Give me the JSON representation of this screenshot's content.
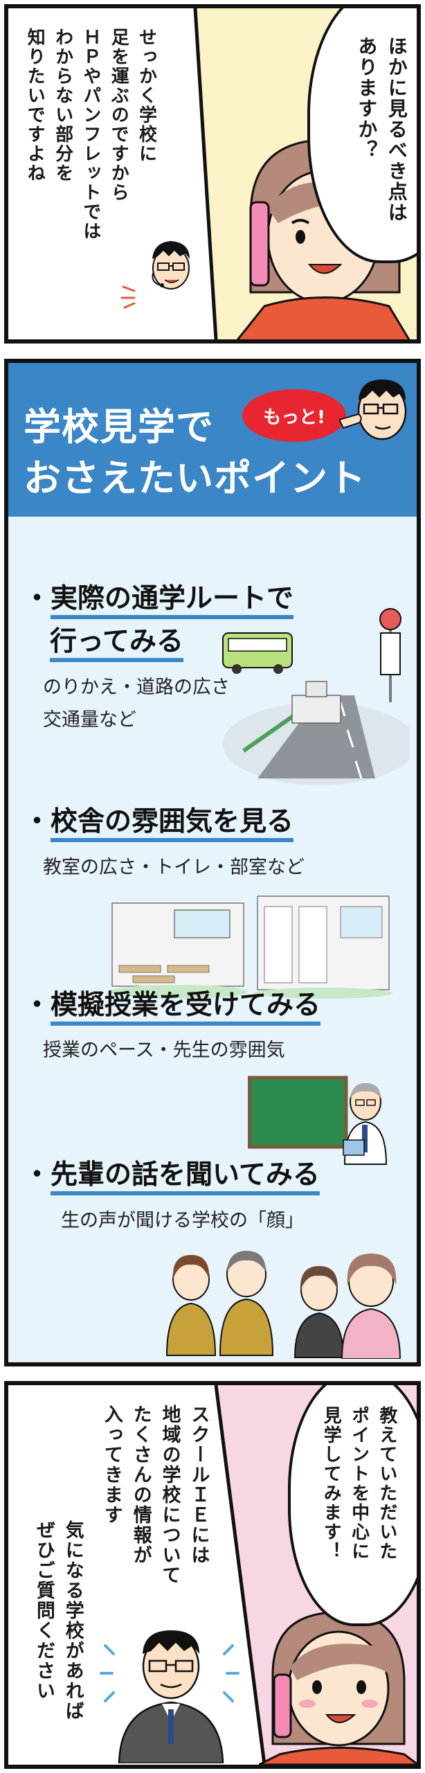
{
  "panel1": {
    "bubble_text": "ほかに見るべき点は\nありますか？",
    "caption": "せっかく学校に\n足を運ぶのですから\nＨＰやパンフレットでは\nわからない部分を\n知りたいですよね"
  },
  "panel2": {
    "banner_line1": "学校見学で",
    "banner_line2": "おさえたいポイント",
    "badge": "もっと!",
    "points": [
      {
        "heading_1": "実際の通学ルートで",
        "heading_2": "行ってみる",
        "detail_1": "のりかえ・道路の広さ",
        "detail_2": "交通量など"
      },
      {
        "heading_1": "校舎の雰囲気を見る",
        "detail_1": "教室の広さ・トイレ・部室など"
      },
      {
        "heading_1": "模擬授業を受けてみる",
        "detail_1": "授業のペース・先生の雰囲気"
      },
      {
        "heading_1": "先輩の話を聞いてみる",
        "detail_1": "生の声が聞ける学校の「顔」"
      }
    ]
  },
  "panel3": {
    "bubble_text": "教えていただいた\nポイントを中心に\n見学してみます！",
    "caption_1": "スクールＩＥには\n地域の学校について\nたくさんの情報が\n入ってきます",
    "caption_2": "気になる学校があれば\nぜひご質問ください"
  },
  "colors": {
    "accent_blue": "#3b86c6",
    "badge_red": "#e8262f",
    "cream": "#fbf2c8",
    "light_blue": "#e8f4fc",
    "pink": "#f7d6e6"
  }
}
